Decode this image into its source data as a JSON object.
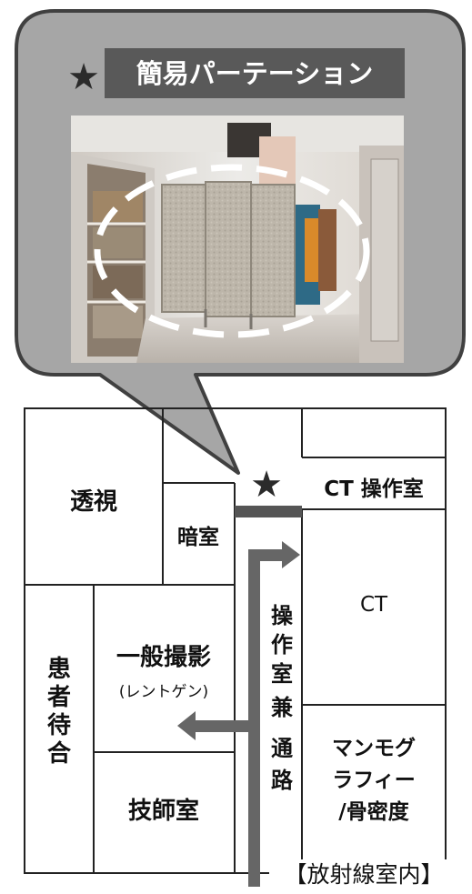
{
  "callout": {
    "star": "★",
    "title": "簡易パーテーション",
    "photo_alt": "partition photo"
  },
  "rooms": {
    "fluoro": "透視",
    "darkroom": "暗室",
    "ct_control": "CT 操作室",
    "ct": "CT",
    "general_line1": "一般撮影",
    "general_line2": "(レントゲン)",
    "waiting": [
      "患",
      "者",
      "待",
      "合"
    ],
    "tech_room": "技師室",
    "corridor": [
      "操",
      "作",
      "室",
      "兼",
      "通",
      "路"
    ],
    "mammo_line1": "マンモグ",
    "mammo_line2": "ラフィー",
    "mammo_line3": "/骨密度"
  },
  "marker": {
    "star": "★"
  },
  "footer": "【放射線室内】",
  "colors": {
    "bubble_fill": "#a6a6a6",
    "bubble_stroke": "#404040",
    "title_bg": "#595959",
    "title_text": "#ffffff",
    "star": "#2b2b2b",
    "arrow": "#666666",
    "partition": "#555555",
    "wall": "#222222"
  }
}
